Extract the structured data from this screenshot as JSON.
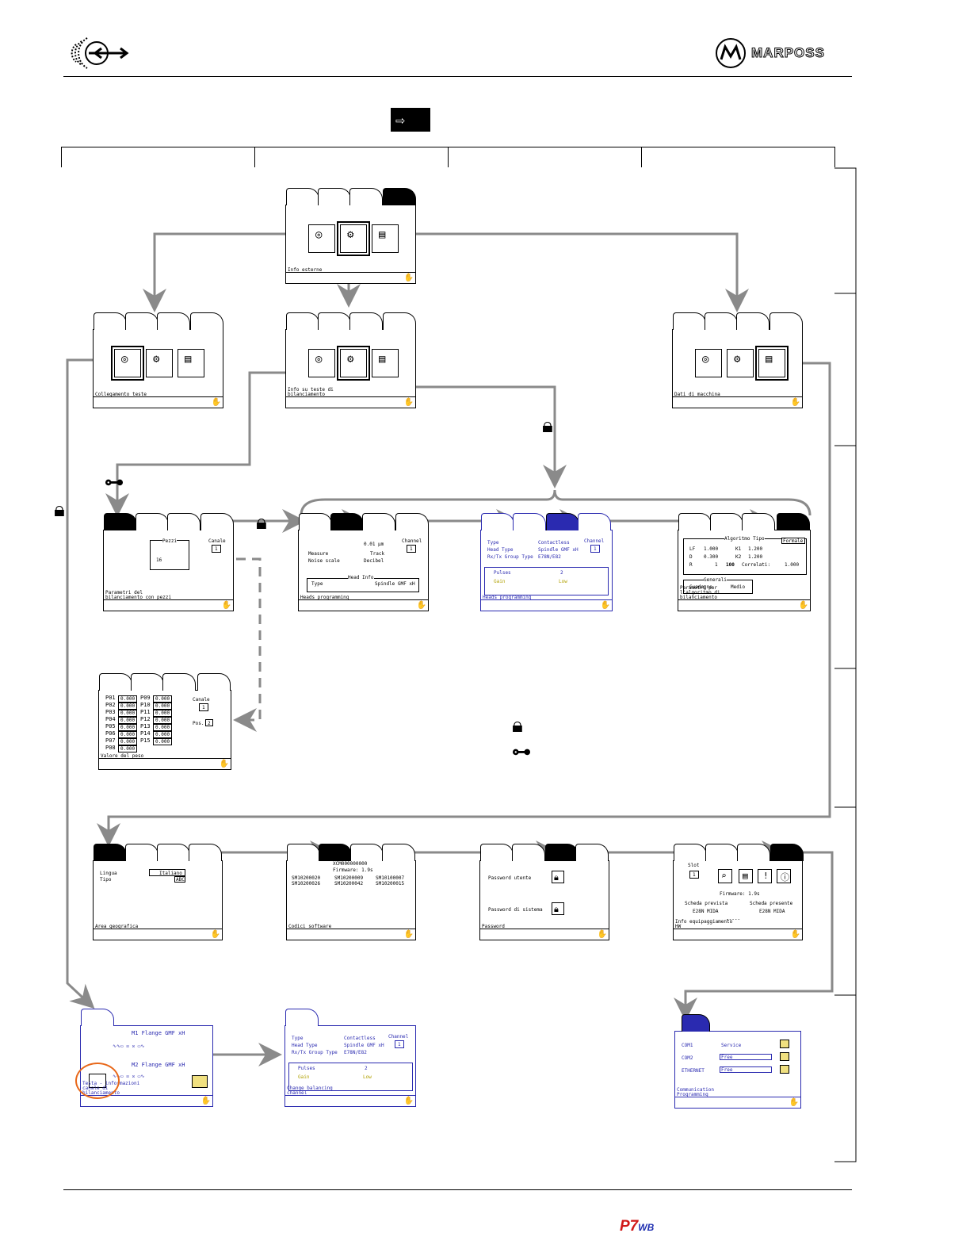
{
  "header": {
    "brand": "MARPOSS",
    "logo_icon": "marposs-logo-icon",
    "left_icon": "balancing-signal-icon"
  },
  "footer": {
    "product": "P7",
    "product_suffix": "WB"
  },
  "top_icon": "external-info-tab-icon",
  "screens": {
    "root": {
      "title": "Info esterne"
    },
    "collegamento": {
      "title": "Collegamento teste"
    },
    "info_teste": {
      "title": "Info su teste di\nbilanciamento"
    },
    "dati_macchina": {
      "title": "Dati di macchina"
    },
    "parametri_pezzi": {
      "title": "Parametri del\nbilanciamento con pezzi",
      "pezzi_label": "Pezzi",
      "canale_label": "Canale",
      "canale_value": "1",
      "count_value": "16"
    },
    "heads_prog_1": {
      "title": "Heads programming",
      "value_top": "0.01 µm",
      "channel_label": "Channel",
      "channel_value": "1",
      "rows": [
        {
          "label": "Measure",
          "value": "Track"
        },
        {
          "label": "Noise scale",
          "value": "Decibel"
        }
      ],
      "group_label": "Head Info",
      "type_label": "Type",
      "type_value": "Spindle GMF xH"
    },
    "heads_prog_2": {
      "title": "Heads programming",
      "rows": [
        {
          "label": "Type",
          "value": "Contactless"
        },
        {
          "label": "Head Type",
          "value": "Spindle GMF xH"
        },
        {
          "label": "Rx/Tx Group Type",
          "value": "E78N/E82"
        }
      ],
      "channel_label": "Channel",
      "channel_value": "1",
      "pulses_label": "Pulses",
      "pulses_value": "2",
      "gain_label": "Gain",
      "gain_value": "Low"
    },
    "algoritmo": {
      "title": "Parametri per\nl'algoritmo di\nbilanciamento",
      "group_label": "Algoritmo Tipo",
      "tag": "Formale",
      "rows": [
        {
          "a": "LF",
          "b": "1.000",
          "c": "K1",
          "d": "1.200"
        },
        {
          "a": "D",
          "b": "0.300",
          "c": "K2",
          "d": "1.200"
        },
        {
          "a": "R",
          "b": "1",
          "c": "Correlati:",
          "d": "1.000"
        }
      ],
      "badge": "100",
      "group2_label": "Generali",
      "guadagno_label": "Guadagno",
      "guadagno_value": "Medio"
    },
    "valore_peso": {
      "title": "Valore del peso",
      "left": [
        {
          "k": "P01",
          "v": "0.000"
        },
        {
          "k": "P02",
          "v": "0.000"
        },
        {
          "k": "P03",
          "v": "0.000"
        },
        {
          "k": "P04",
          "v": "0.000"
        },
        {
          "k": "P05",
          "v": "0.000"
        },
        {
          "k": "P06",
          "v": "0.000"
        },
        {
          "k": "P07",
          "v": "0.000"
        },
        {
          "k": "P08",
          "v": "0.000"
        }
      ],
      "right": [
        {
          "k": "P09",
          "v": "0.000"
        },
        {
          "k": "P10",
          "v": "0.000"
        },
        {
          "k": "P11",
          "v": "0.000"
        },
        {
          "k": "P12",
          "v": "0.000"
        },
        {
          "k": "P13",
          "v": "0.000"
        },
        {
          "k": "P14",
          "v": "0.000"
        },
        {
          "k": "P15",
          "v": "0.000"
        }
      ],
      "canale_label": "Canale",
      "canale_value": "1",
      "pos_label": "Pos.",
      "pos_value": "2"
    },
    "area_geo": {
      "title": "Area geografica",
      "lingua_label": "Lingua",
      "lingua_value": "Italiano",
      "tipo_label": "Tipo",
      "tipo_value": "ABC"
    },
    "codici_sw": {
      "title": "Codici software",
      "code_top": "XCM000000000",
      "firmware": "Firmware: 1.9s",
      "codes": [
        "SM10200020",
        "SM10200026",
        "SM10200009",
        "SM10200042",
        "SM10100007",
        "SM10200015"
      ]
    },
    "password": {
      "title": "Password",
      "user_label": "Password utente",
      "system_label": "Password di sistema"
    },
    "info_equip": {
      "title": "Info equipaggiamento\nHW",
      "slot_label": "Slot",
      "slot_value": "1",
      "firmware": "Firmware: 1.9s",
      "prevista_label": "Scheda prevista",
      "presente_label": "Scheda presente",
      "prevista_value": "E28N MIDA",
      "presente_value": "E28N MIDA",
      "dashes": "-----"
    },
    "testa_canale": {
      "title": "Testa - informazioni\ncanale di\nbilanciamento",
      "m1": "M1 Flange GMF xH",
      "m2": "M2 Flange GMF xH"
    },
    "change_channel": {
      "title": "Change balancing\nchannel",
      "rows": [
        {
          "label": "Type",
          "value": "Contactless"
        },
        {
          "label": "Head Type",
          "value": "Spindle GMF xH"
        },
        {
          "label": "Rx/Tx Group Type",
          "value": "E78N/E82"
        }
      ],
      "channel_label": "Channel",
      "channel_value": "1",
      "pulses_label": "Pulses",
      "pulses_value": "2",
      "gain_label": "Gain",
      "gain_value": "Low"
    },
    "comm_prog": {
      "title": "Communication\nProgramming",
      "rows": [
        {
          "label": "COM1",
          "value": "Service"
        },
        {
          "label": "COM2",
          "value": "Free"
        },
        {
          "label": "ETHERNET",
          "value": "Free"
        }
      ]
    }
  }
}
